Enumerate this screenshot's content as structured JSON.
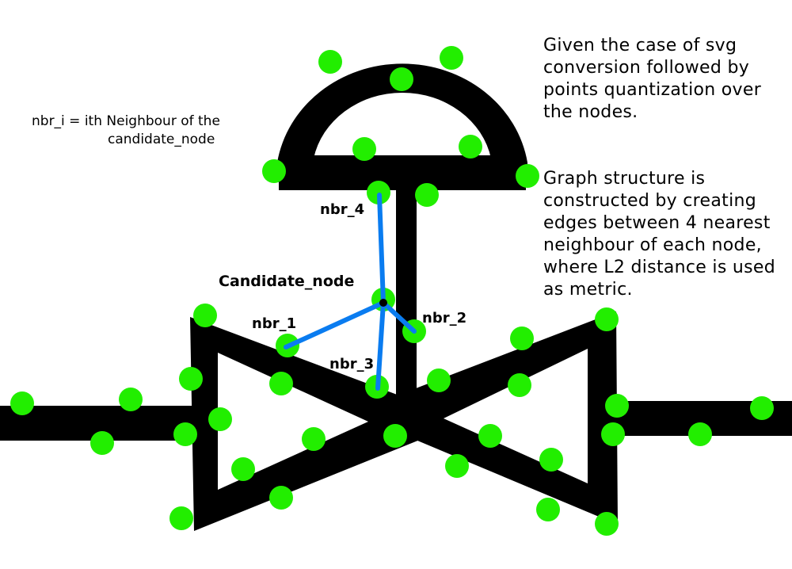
{
  "colors": {
    "symbol": "#000000",
    "node": "#22ee00",
    "edge": "#0a7cf0",
    "candidate_marker": "#000000",
    "background": "#ffffff"
  },
  "annotations": {
    "legend_line1": "nbr_i = ith Neighbour of the",
    "legend_line2": "candidate_node",
    "right_note_1": [
      "Given the case of svg",
      "conversion followed by",
      "points quantization over",
      "the nodes."
    ],
    "right_note_2": [
      "Graph structure is",
      "constructed by creating",
      "edges between 4 nearest",
      "neighbour of each node,",
      "where L2 distance is used",
      "as metric."
    ]
  },
  "labels": {
    "candidate": "Candidate_node",
    "nbr_1": "nbr_1",
    "nbr_2": "nbr_2",
    "nbr_3": "nbr_3",
    "nbr_4": "nbr_4"
  },
  "graph": {
    "candidate_node": "candidate_node",
    "edges": [
      [
        "candidate_node",
        "nbr_1"
      ],
      [
        "candidate_node",
        "nbr_2"
      ],
      [
        "candidate_node",
        "nbr_3"
      ],
      [
        "candidate_node",
        "nbr_4"
      ]
    ]
  }
}
